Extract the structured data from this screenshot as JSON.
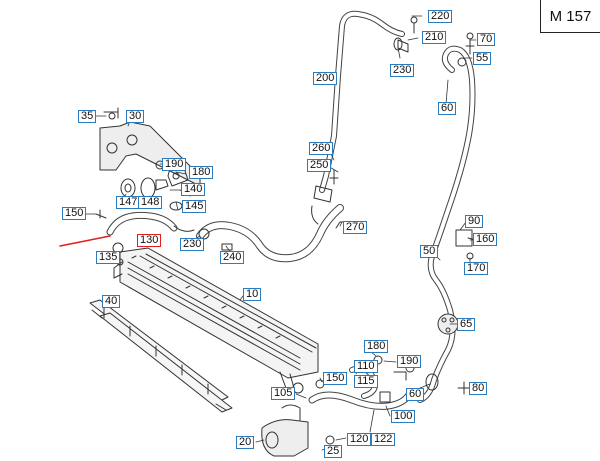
{
  "model_label": "M 157",
  "highlighted_part": "130",
  "parts": [
    "220",
    "210",
    "70",
    "55",
    "230",
    "200",
    "60",
    "35",
    "30",
    "260",
    "190",
    "180",
    "250",
    "140",
    "147",
    "148",
    "145",
    "150",
    "90",
    "160",
    "270",
    "130",
    "230",
    "240",
    "50",
    "170",
    "135",
    "40",
    "10",
    "65",
    "180",
    "190",
    "110",
    "115",
    "150",
    "60",
    "80",
    "105",
    "100",
    "20",
    "120",
    "122",
    "25"
  ],
  "colors": {
    "callout_border": "#2b7bbf",
    "highlight": "#e02020",
    "line": "#333333"
  }
}
